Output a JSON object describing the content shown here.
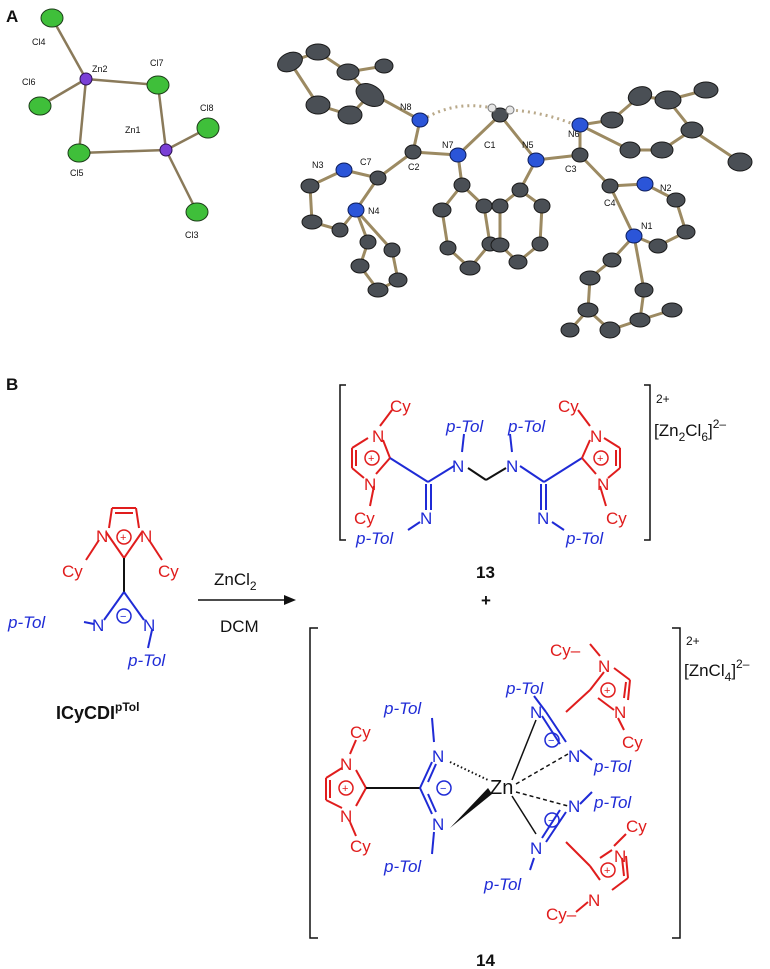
{
  "panels": {
    "a_letter": "A",
    "b_letter": "B"
  },
  "colors": {
    "imidazolium": "#e01d1d",
    "amidinate": "#1f2bd6",
    "ellipsoid": "#4a4f55",
    "nitrogen": "#2b55d8",
    "chlorine": "#3fbf3a",
    "zinc": "#7a3fd6"
  },
  "zn2cl6_atoms": {
    "cl4": "Cl4",
    "zn2": "Zn2",
    "cl7": "Cl7",
    "cl6": "Cl6",
    "zn1": "Zn1",
    "cl8": "Cl8",
    "cl5": "Cl5",
    "cl3": "Cl3"
  },
  "dication_atoms": {
    "n8": "N8",
    "n7": "N7",
    "c1": "C1",
    "n5": "N5",
    "n6": "N6",
    "n3": "N3",
    "c7": "C7",
    "c2": "C2",
    "c3": "C3",
    "c4": "C4",
    "n2": "N2",
    "n4": "N4",
    "n1": "N1"
  },
  "reaction": {
    "reagent": "ZnCl",
    "reagent_sub": "2",
    "solvent": "DCM",
    "plus": "+"
  },
  "ligand": {
    "cy_left": "Cy",
    "cy_right": "Cy",
    "ptol_left": "p-Tol",
    "ptol_right": "p-Tol",
    "n_imid_left": "N",
    "n_imid_right": "N",
    "n_amid_left": "N",
    "n_amid_right": "N",
    "name": "ICyCDI",
    "name_sup": "pTol"
  },
  "product13": {
    "number": "13",
    "charge": "2+",
    "anion_open": "[Zn",
    "anion_sub1": "2",
    "anion_mid": "Cl",
    "anion_sub2": "6",
    "anion_close": "]",
    "anion_charge": "2–",
    "cy1": "Cy",
    "cy2": "Cy",
    "cy3": "Cy",
    "cy4": "Cy",
    "ptol1": "p-Tol",
    "ptol2": "p-Tol",
    "ptol3": "p-Tol",
    "ptol4": "p-Tol",
    "n": "N"
  },
  "product14": {
    "number": "14",
    "charge": "2+",
    "anion_open": "[ZnCl",
    "anion_sub": "4",
    "anion_close": "]",
    "anion_charge": "2–",
    "zn": "Zn",
    "cy": "Cy",
    "ptol": "p-Tol",
    "n": "N"
  }
}
